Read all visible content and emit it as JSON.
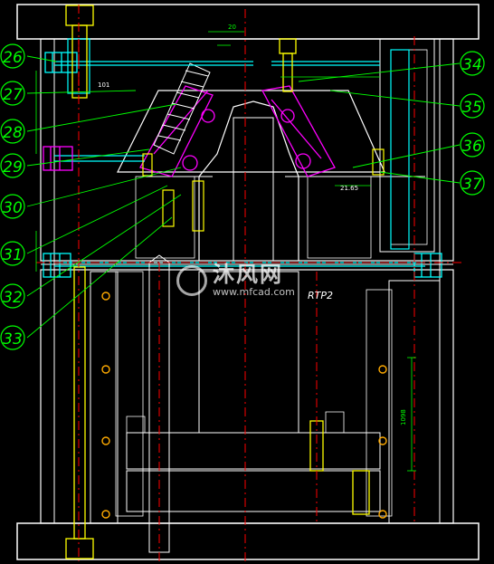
{
  "drawing": {
    "colors": {
      "background": "#000000",
      "outline": "#ffffff",
      "green": "#00ff00",
      "cyan": "#00ffff",
      "red": "#ff0000",
      "yellow": "#ffff00",
      "magenta": "#ff00ff",
      "leader": "#00ff00"
    },
    "part_numbers": [
      "26",
      "27",
      "28",
      "29",
      "30",
      "31",
      "32",
      "33",
      "34",
      "35",
      "36",
      "37"
    ],
    "dimension_texts": [
      "20",
      "101",
      "21.65",
      "1098"
    ],
    "section_label": "RTP2"
  },
  "watermark": {
    "title": "沐风网",
    "url": "www.mfcad.com"
  }
}
